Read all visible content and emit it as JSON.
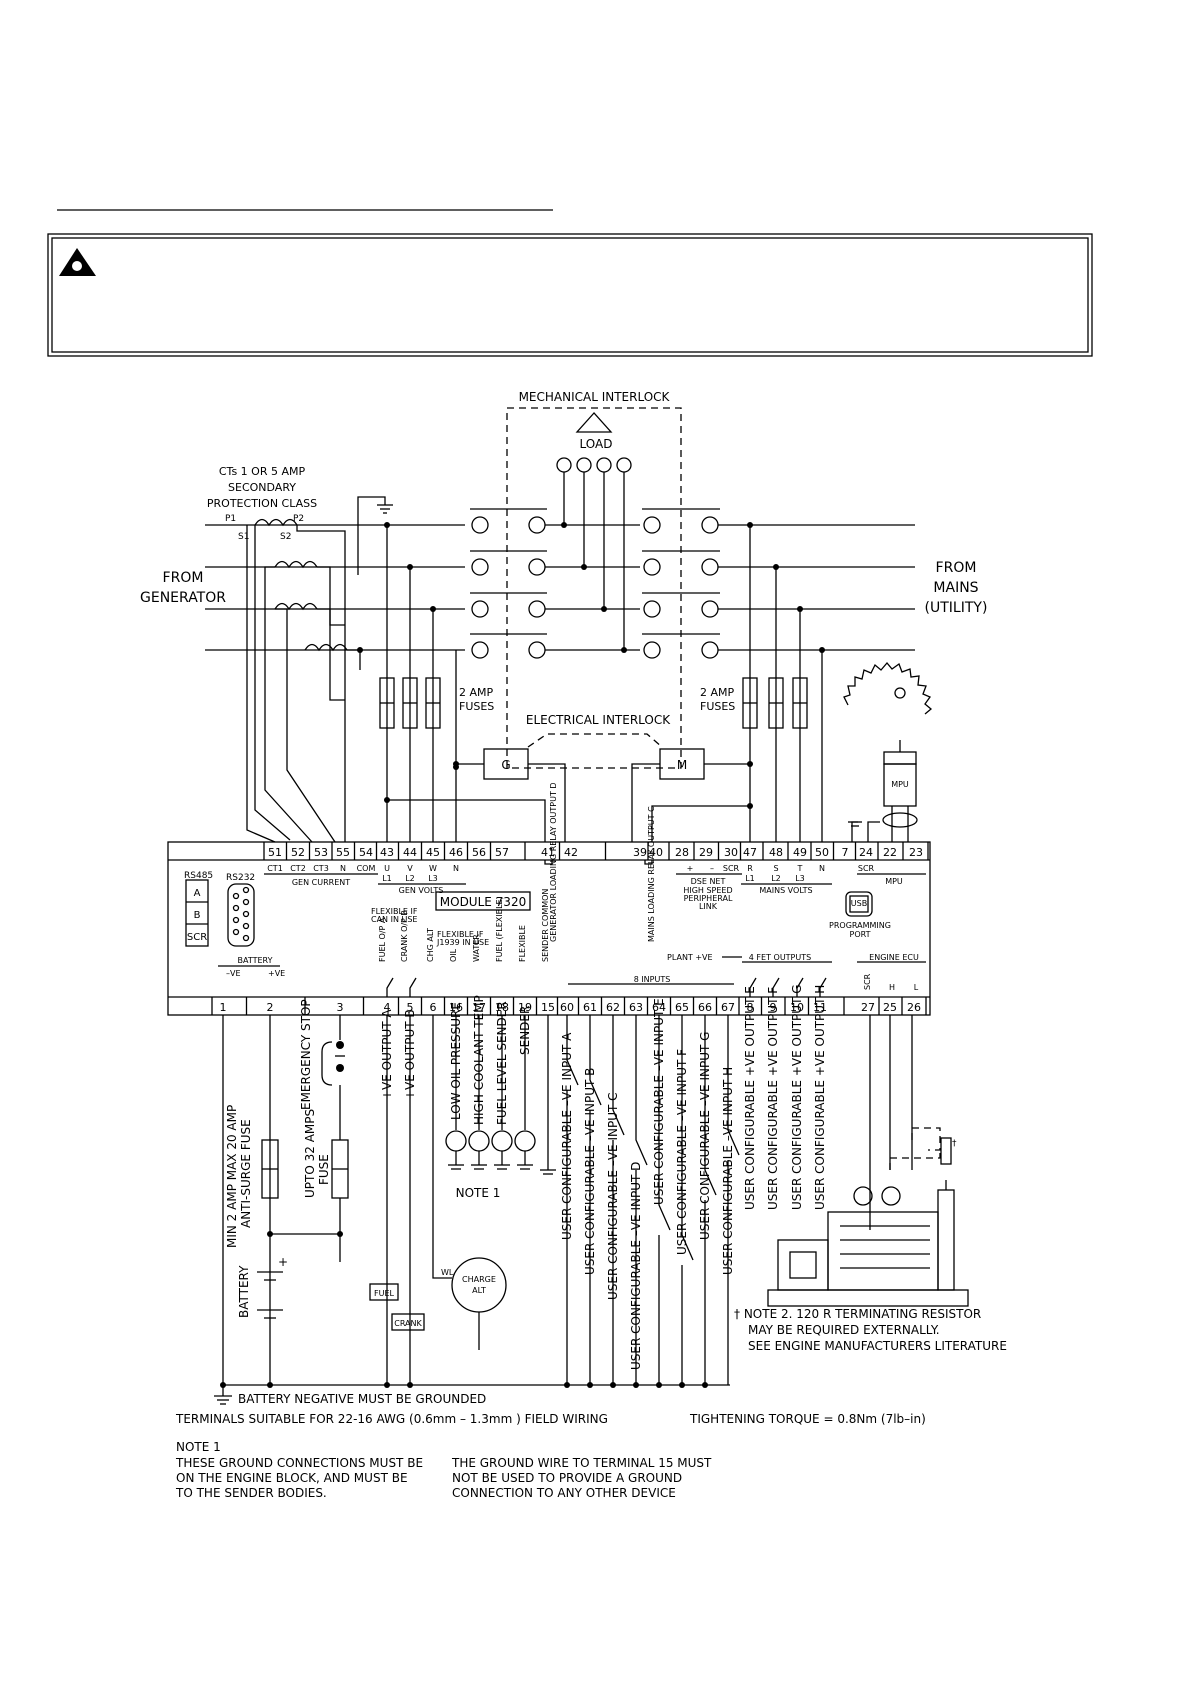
{
  "labels": {
    "mech_interlock": "MECHANICAL INTERLOCK",
    "load": "LOAD",
    "cts_1": "CTs 1 OR 5 AMP",
    "cts_2": "SECONDARY",
    "cts_3": "PROTECTION CLASS",
    "p1": "P1",
    "p2": "P2",
    "s1": "S1",
    "s2": "S2",
    "from_gen_1": "FROM",
    "from_gen_2": "GENERATOR",
    "from_mains_1": "FROM",
    "from_mains_2": "MAINS",
    "from_mains_3": "(UTILITY)",
    "fuses_l1": "2 AMP",
    "fuses_l2": "FUSES",
    "fuses_r1": "2 AMP",
    "fuses_r2": "FUSES",
    "elec_interlock": "ELECTRICAL INTERLOCK",
    "g": "G",
    "m": "M",
    "mpu": "MPU",
    "module": "MODULE 7320",
    "rs485": "RS485",
    "rs232": "RS232",
    "a": "A",
    "b": "B",
    "scr": "SCR",
    "gen_current": "GEN CURRENT",
    "gen_volts": "GEN VOLTS",
    "mains_volts": "MAINS VOLTS",
    "dse_net": "DSE NET",
    "high_speed": "HIGH SPEED",
    "peripheral": "PERIPHERAL",
    "link": "LINK",
    "usb": "USB",
    "programming": "PROGRAMMING",
    "port": "PORT",
    "battery_sub": "BATTERY",
    "plant_ve": "PLANT +VE",
    "fet_outputs": "4 FET OUTPUTS",
    "eight_inputs": "8 INPUTS",
    "engine_ecu": "ENGINE ECU",
    "flex_can_1": "FLEXIBLE IF",
    "flex_can_2": "CAN IN USE",
    "flex_j1939_1": "FLEXIBLE IF",
    "flex_j1939_2": "J1939 IN USE",
    "fuel_op_a": "FUEL O/P A",
    "crank_op_b": "CRANK O/P B",
    "chg_alt": "CHG ALT",
    "oil": "OIL",
    "water": "WATER",
    "fuel_flex": "FUEL (FLEXIBLE)",
    "flexible": "FLEXIBLE",
    "sender_common": "SENDER COMMON",
    "gen_loading": "GENERATOR LOADING RELAY OUTPUT D",
    "mains_loading": "MAINS LOADING RELAY OUTPUT C",
    "emergency_stop": "EMERGENCY STOP",
    "upto32": "UPTO 32 AMPS",
    "fuse": "FUSE",
    "min2_1": "MIN 2 AMP MAX 20 AMP",
    "min2_2": "ANTI-SURGE FUSE",
    "battery": "BATTERY",
    "fuel_box": "FUEL",
    "crank_box": "CRANK",
    "wl": "WL",
    "charge": "CHARGE",
    "alt": "ALT",
    "note1_label": "NOTE 1",
    "batt_neg": "BATTERY NEGATIVE MUST BE GROUNDED",
    "terminals": "TERMINALS SUITABLE FOR 22-16 AWG (0.6mm – 1.3mm ) FIELD WIRING",
    "torque": "TIGHTENING TORQUE = 0.8Nm (7lb–in)",
    "note1_title": "NOTE 1",
    "note1_a1": "THESE GROUND CONNECTIONS MUST BE",
    "note1_a2": "ON THE ENGINE BLOCK, AND MUST BE",
    "note1_a3": "TO THE SENDER BODIES.",
    "note1_b1": "THE GROUND WIRE TO TERMINAL 15 MUST",
    "note1_b2": "NOT BE USED TO PROVIDE A GROUND",
    "note1_b3": "CONNECTION TO ANY OTHER DEVICE",
    "note2_1": "† NOTE 2. 120 R TERMINATING RESISTOR",
    "note2_2": "MAY BE REQUIRED EXTERNALLY.",
    "note2_3": "SEE ENGINE MANUFACTURERS LITERATURE",
    "dagger": "†"
  },
  "top_terminals": [
    "51",
    "52",
    "53",
    "55",
    "54",
    "43",
    "44",
    "45",
    "46",
    "56",
    "57",
    "41",
    "42",
    "39",
    "40",
    "28",
    "29",
    "30",
    "47",
    "48",
    "49",
    "50",
    "7",
    "24",
    "22",
    "23"
  ],
  "top_sublabels": [
    "CT1",
    "CT2",
    "CT3",
    "N",
    "COM",
    "U",
    "V",
    "W",
    "N",
    "R",
    "S",
    "T",
    "N",
    "+",
    "–",
    "SCR",
    "SCR"
  ],
  "top_sublabels2": [
    "L1",
    "L2",
    "L3",
    "L1",
    "L2",
    "L3"
  ],
  "bottom_terminals": [
    "1",
    "2",
    "3",
    "4",
    "5",
    "6",
    "16",
    "17",
    "18",
    "19",
    "15",
    "60",
    "61",
    "62",
    "63",
    "64",
    "65",
    "66",
    "67",
    "8",
    "9",
    "10",
    "11",
    "27",
    "25",
    "26"
  ],
  "bottom_sub": [
    "–VE",
    "+VE",
    "SCR",
    "H",
    "L"
  ],
  "bottom_labels": [
    "+VE OUTPUT A",
    "+VE OUTPUT B",
    "LOW OIL PRESSURE",
    "HIGH COOLANT TEMP",
    "FUEL LEVEL SENDER",
    "SENDER"
  ],
  "input_labels": [
    "USER CONFIGURABLE –VE INPUT A",
    "USER CONFIGURABLE –VE INPUT B",
    "USER CONFIGURABLE –VE INPUT C",
    "USER CONFIGURABLE –VE INPUT D",
    "USER CONFIGURABLE –VE INPUT E",
    "USER CONFIGURABLE –VE INPUT F",
    "USER CONFIGURABLE –VE INPUT G",
    "USER CONFIGURABLE –VE INPUT H"
  ],
  "output_labels": [
    "USER CONFIGURABLE +VE OUTPUT E",
    "USER CONFIGURABLE +VE OUTPUT F",
    "USER CONFIGURABLE +VE OUTPUT G",
    "USER CONFIGURABLE +VE OUTPUT H"
  ]
}
